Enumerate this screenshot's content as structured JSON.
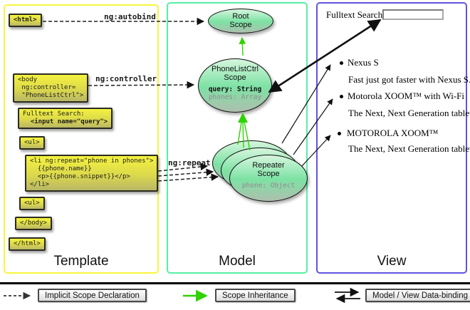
{
  "template_panel": {
    "label": "Template",
    "boxes": {
      "html_open": {
        "lines": [
          "<html>"
        ]
      },
      "body_open": {
        "lines": [
          "<body",
          " ng:controller=",
          " \"PhoneListCtrl\">"
        ]
      },
      "fulltext": {
        "lines": [
          "Fulltext Search:",
          "  <input name=\"query\">"
        ]
      },
      "ul_open": {
        "lines": [
          "<ul>"
        ]
      },
      "li_repeat": {
        "lines": [
          "<li ng:repeat=\"phone in phones\">",
          "  {{phone.name}}",
          "  <p>{{phone.snippet}}</p>",
          "</li>"
        ]
      },
      "ul_open2": {
        "lines": [
          "<ul>"
        ]
      },
      "body_close": {
        "lines": [
          "</body>"
        ]
      },
      "html_close": {
        "lines": [
          "</html>"
        ]
      }
    }
  },
  "arrow_labels": {
    "autobind": "ng:autobind",
    "controller": "ng:controller",
    "repeat": "ng:repeat"
  },
  "model_panel": {
    "label": "Model",
    "root_scope": {
      "title_lines": [
        "Root",
        "Scope"
      ]
    },
    "phonelist_scope": {
      "title_lines": [
        "PhoneListCtrl",
        "Scope"
      ],
      "props": [
        {
          "text": "query: String",
          "emphasis": true
        },
        {
          "text": "phones: Array",
          "emphasis": false
        }
      ]
    },
    "repeater_scope": {
      "title_lines": [
        "Repeater",
        "Scope"
      ],
      "props": [
        {
          "text": "phone: Object",
          "emphasis": false
        }
      ]
    }
  },
  "view_panel": {
    "label": "View",
    "search_label": "Fulltext Search:",
    "search_value": "",
    "items": [
      {
        "title": "Nexus S",
        "snippet": "Fast just got faster with Nexus S."
      },
      {
        "title": "Motorola XOOM™  with Wi-Fi",
        "snippet": "The Next, Next Generation tablet."
      },
      {
        "title": "MOTOROLA XOOM™",
        "snippet": "The Next, Next Generation tablet."
      }
    ]
  },
  "legend": {
    "items": [
      {
        "label": "Implicit Scope Declaration",
        "arrow": "dashed-black-arrow"
      },
      {
        "label": "Scope Inheritance",
        "arrow": "green-solid-arrow"
      },
      {
        "label": "Model / View Data-binding",
        "arrow": "double-black-arrow"
      }
    ]
  },
  "colors": {
    "template_border": "#f8f63e",
    "model_border": "#57f0a5",
    "view_border": "#6254e0",
    "arrow_green": "#2ed300",
    "box_yellow_top": "#f4f23e",
    "box_yellow_bottom": "#b9b765",
    "scope_top": "#d6f6de",
    "scope_mid": "#7de2a4",
    "scope_bottom": "#aebfae"
  }
}
